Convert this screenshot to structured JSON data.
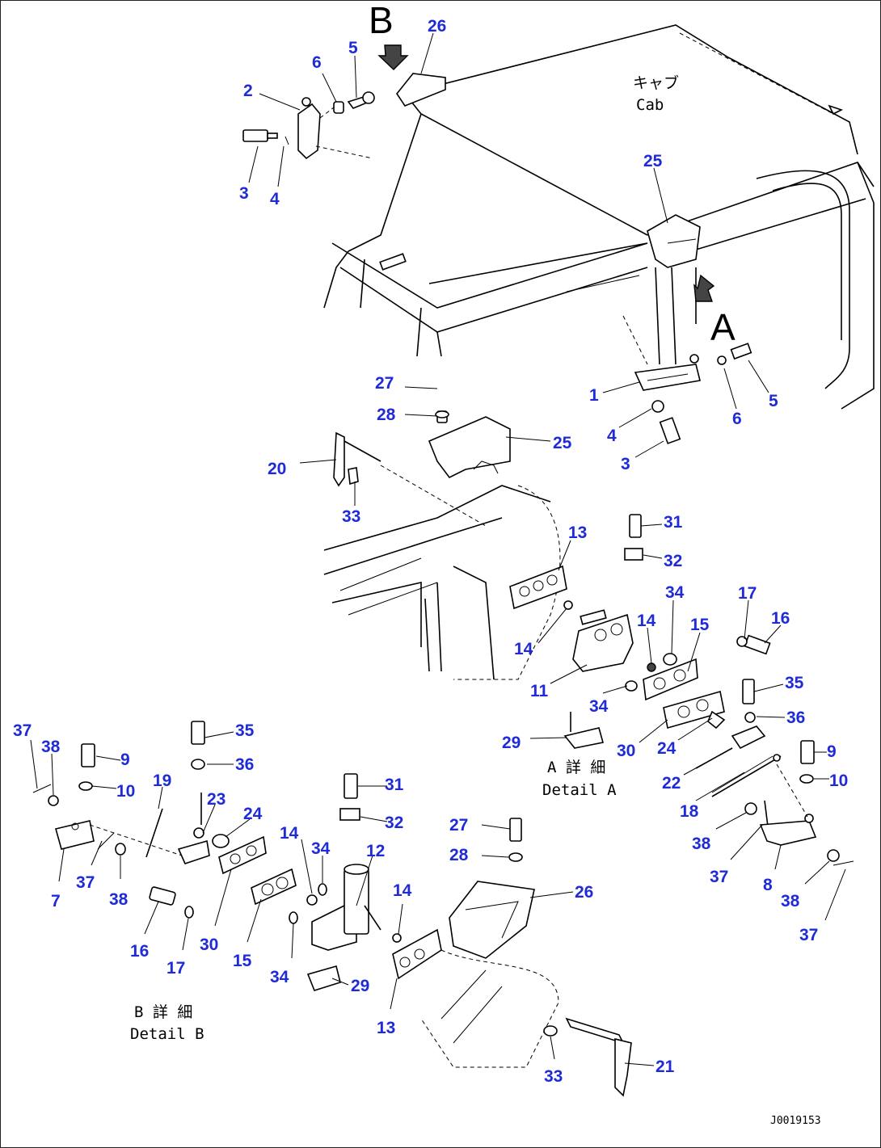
{
  "view_letters": [
    "B",
    "A"
  ],
  "cab_label": {
    "jp": "キャブ",
    "en": "Cab"
  },
  "detail_a": {
    "jp": "A 詳 細",
    "en": "Detail A"
  },
  "detail_b": {
    "jp": "B 詳 細",
    "en": "Detail B"
  },
  "drawing_code": "J0019153",
  "callouts": [
    "26",
    "5",
    "6",
    "2",
    "3",
    "4",
    "25",
    "1",
    "5",
    "6",
    "4",
    "3",
    "27",
    "28",
    "25",
    "20",
    "33",
    "13",
    "31",
    "32",
    "34",
    "14",
    "15",
    "17",
    "16",
    "14",
    "11",
    "34",
    "35",
    "36",
    "29",
    "30",
    "24",
    "22",
    "9",
    "10",
    "18",
    "38",
    "37",
    "8",
    "38",
    "37",
    "37",
    "38",
    "9",
    "10",
    "19",
    "35",
    "36",
    "23",
    "24",
    "7",
    "37",
    "38",
    "16",
    "17",
    "30",
    "15",
    "31",
    "32",
    "14",
    "34",
    "12",
    "27",
    "28",
    "26",
    "14",
    "34",
    "29",
    "13",
    "33",
    "21"
  ]
}
